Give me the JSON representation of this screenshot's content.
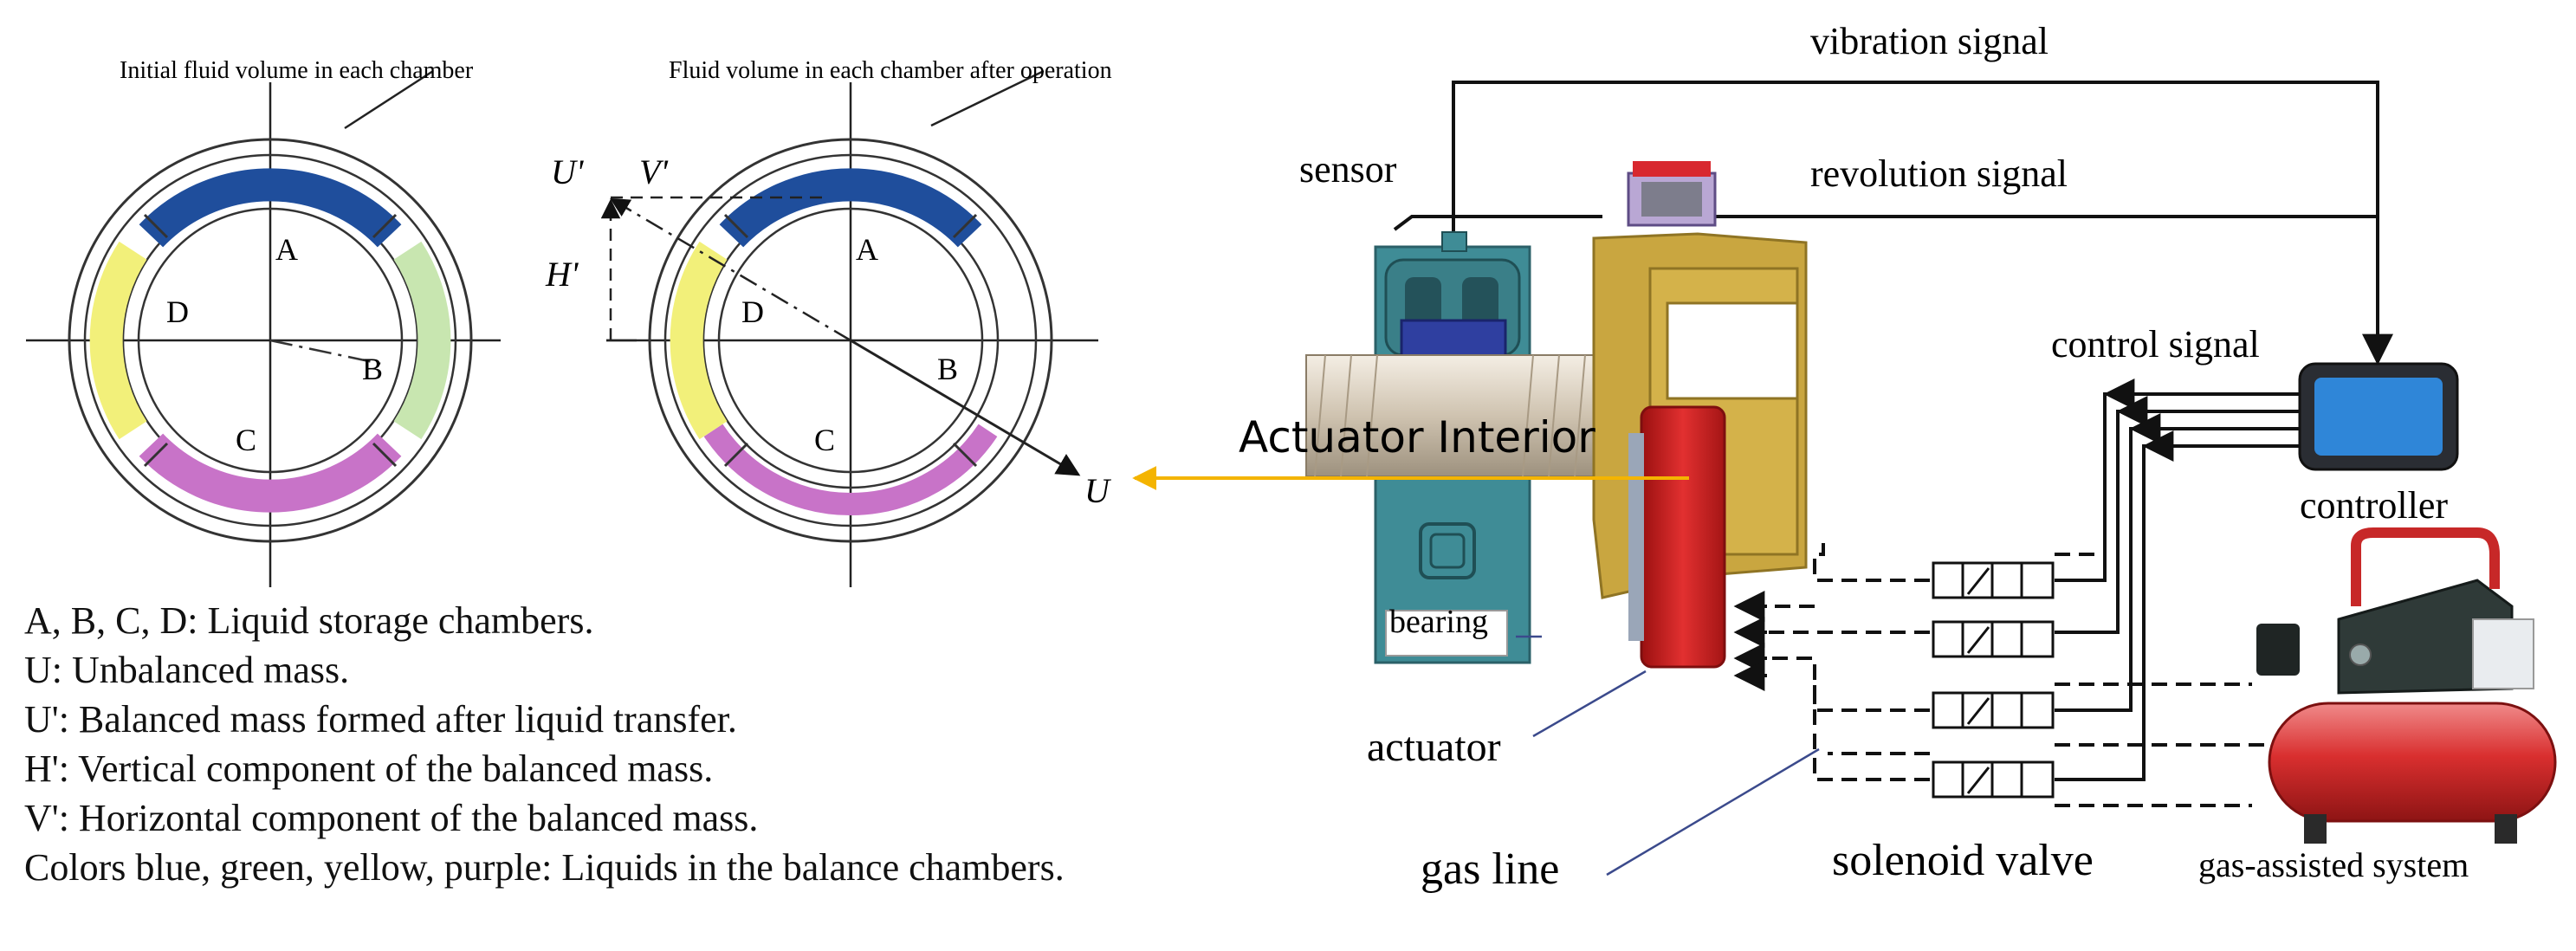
{
  "left_panel": {
    "initial_caption": "Initial fluid volume in each chamber",
    "after_caption": "Fluid volume in each chamber after operation",
    "chamber_a": "A",
    "chamber_b": "B",
    "chamber_c": "C",
    "chamber_d": "D",
    "vector_u": "U",
    "vector_u_prime": "U'",
    "vector_v_prime": "V'",
    "vector_h_prime": "H'"
  },
  "interior_label": "Actuator Interior",
  "legend": [
    "A, B, C, D: Liquid storage chambers.",
    "U: Unbalanced mass.",
    "U': Balanced mass formed after liquid transfer.",
    "H': Vertical component of the balanced mass.",
    "V': Horizontal component of the balanced mass.",
    "Colors blue, green, yellow, purple: Liquids in the balance chambers."
  ],
  "system": {
    "vibration_signal": "vibration signal",
    "revolution_signal": "revolution signal",
    "sensor": "sensor",
    "control_signal": "control signal",
    "controller": "controller",
    "bearing": "bearing",
    "actuator": "actuator",
    "gas_line": "gas line",
    "solenoid_valve": "solenoid valve",
    "gas_assisted_system": "gas-assisted system"
  },
  "colors": {
    "blue_liquid": "#1f4e9c",
    "green_liquid": "#c8e6b0",
    "yellow_liquid": "#f2f07a",
    "purple_liquid": "#c873c8",
    "arrow_orange": "#f4b400",
    "actuator_red": "#d42b2b",
    "bearing_teal": "#3f8c96",
    "housing_gold": "#c9a640",
    "controller_screen": "#2f86d8"
  }
}
